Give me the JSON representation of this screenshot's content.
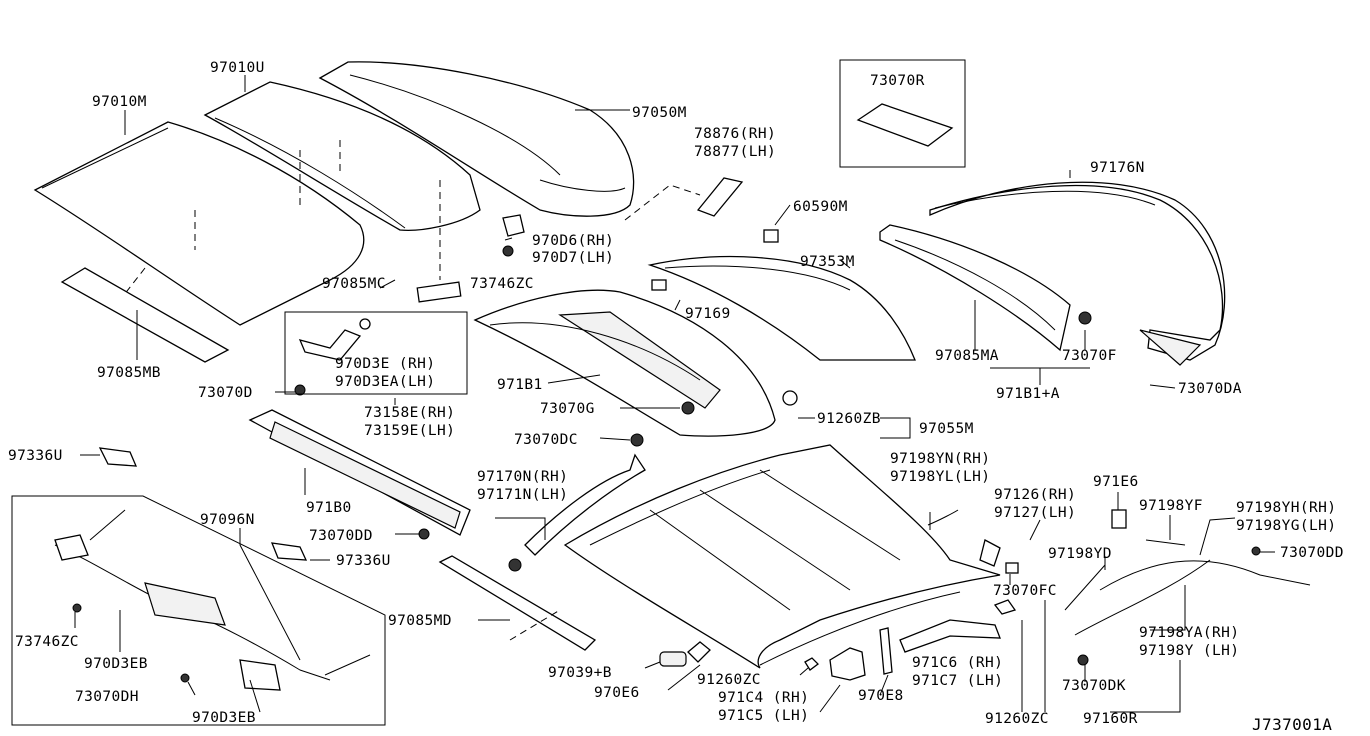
{
  "diagram_id": "J737001A",
  "labels": {
    "l97010U": "97010U",
    "l97010M": "97010M",
    "l97050M": "97050M",
    "l78876": "78876(RH)",
    "l78877": "78877(LH)",
    "l73070R": "73070R",
    "l97176N": "97176N",
    "l60590M": "60590M",
    "l970D6": "970D6(RH)",
    "l970D7": "970D7(LH)",
    "l73746ZC_top": "73746ZC",
    "l97085MC": "97085MC",
    "l97353M": "97353M",
    "l97169": "97169",
    "l97085MA": "97085MA",
    "l73070F": "73070F",
    "l971B1A": "971B1+A",
    "l73070DA": "73070DA",
    "l97085MB": "97085MB",
    "l970D3E": "970D3E (RH)",
    "l970D3EA": "970D3EA(LH)",
    "l73070D": "73070D",
    "l971B1": "971B1",
    "l73158E": "73158E(RH)",
    "l73159E": "73159E(LH)",
    "l73070G": "73070G",
    "l91260ZB": "91260ZB",
    "l97055M": "97055M",
    "l73070DC": "73070DC",
    "l97336U_a": "97336U",
    "l971B0": "971B0",
    "l97198YN": "97198YN(RH)",
    "l97198YL": "97198YL(LH)",
    "l97170N": "97170N(RH)",
    "l97171N": "97171N(LH)",
    "l97126": "97126(RH)",
    "l97127": "97127(LH)",
    "l971E6": "971E6",
    "l97198YF": "97198YF",
    "l97198YH": "97198YH(RH)",
    "l97198YG": "97198YG(LH)",
    "l97096N": "97096N",
    "l73070DD_a": "73070DD",
    "l97336U_b": "97336U",
    "l97198YD": "97198YD",
    "l73070DD_b": "73070DD",
    "l73070FC": "73070FC",
    "l73746ZC_bot": "73746ZC",
    "l97085MD": "97085MD",
    "l970D3EB_a": "970D3EB",
    "l97039B": "97039+B",
    "l970E6": "970E6",
    "l91260ZC_a": "91260ZC",
    "l971C6": "971C6 (RH)",
    "l971C7": "971C7 (LH)",
    "l97198YA": "97198YA(RH)",
    "l97198Y": "97198Y  (LH)",
    "l73070DH": "73070DH",
    "l970D3EB_b": "970D3EB",
    "l971C4": "971C4 (RH)",
    "l971C5": "971C5 (LH)",
    "l970E8": "970E8",
    "l73070DK": "73070DK",
    "l91260ZC_b": "91260ZC",
    "l97160R": "97160R",
    "lJ737001A": "J737001A"
  }
}
